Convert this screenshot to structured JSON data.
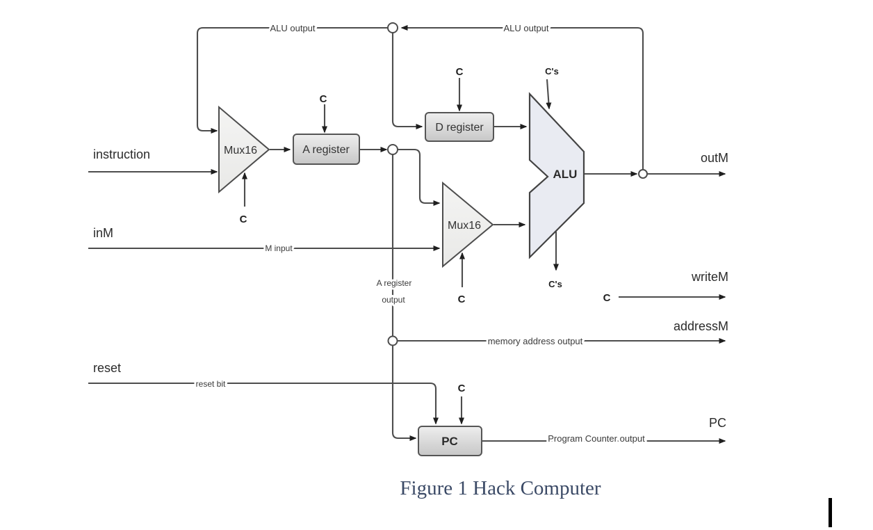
{
  "diagram": {
    "labels": {
      "instruction": "instruction",
      "in_m": "inM",
      "reset": "reset",
      "out_m": "outM",
      "write_m": "writeM",
      "address_m": "addressM",
      "pc_out": "PC"
    },
    "components": {
      "mux_top": "Mux16",
      "mux_bottom": "Mux16",
      "a_register": "A register",
      "d_register": "D register",
      "alu": "ALU",
      "pc": "PC"
    },
    "wires": {
      "alu_output_left": "ALU output",
      "alu_output_right": "ALU output",
      "m_input": "M input",
      "reset_bit": "reset bit",
      "a_reg_out_line1": "A register",
      "a_reg_out_line2": "output",
      "mem_addr_output": "memory address output",
      "pc_output": "Program Counter output"
    },
    "control": {
      "c": "C",
      "cs": "C's"
    },
    "colors": {
      "wire": "#4d4d4d",
      "box_fill": "#d9d9d9",
      "mux_fill": "#f2f2f1",
      "alu_fill": "#e9ebf2",
      "caption": "#3b4a66"
    }
  },
  "caption": {
    "text": "Figure 1 Hack Computer"
  }
}
